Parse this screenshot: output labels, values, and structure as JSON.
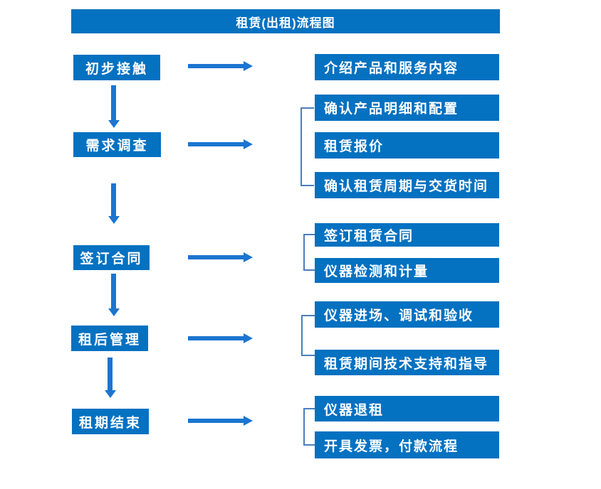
{
  "title": "租赁(出租)流程图",
  "colors": {
    "box_blue": "#0471c1",
    "arrow_blue": "#1b75d1",
    "bracket_blue": "#4a7ebb",
    "text": "#ffffff",
    "background": "#ffffff"
  },
  "flow": {
    "stages": [
      {
        "label": "初步接触",
        "details": [
          "介绍产品和服务内容"
        ]
      },
      {
        "label": "需求调查",
        "details": [
          "确认产品明细和配置",
          "租赁报价",
          "确认租赁周期与交货时间"
        ]
      },
      {
        "label": "签订合同",
        "details": [
          "签订租赁合同",
          "仪器检测和计量"
        ]
      },
      {
        "label": "租后管理",
        "details": [
          "仪器进场、调试和验收",
          "租赁期间技术支持和指导"
        ]
      },
      {
        "label": "租期结束",
        "details": [
          "仪器退租",
          "开具发票，付款流程"
        ]
      }
    ]
  }
}
